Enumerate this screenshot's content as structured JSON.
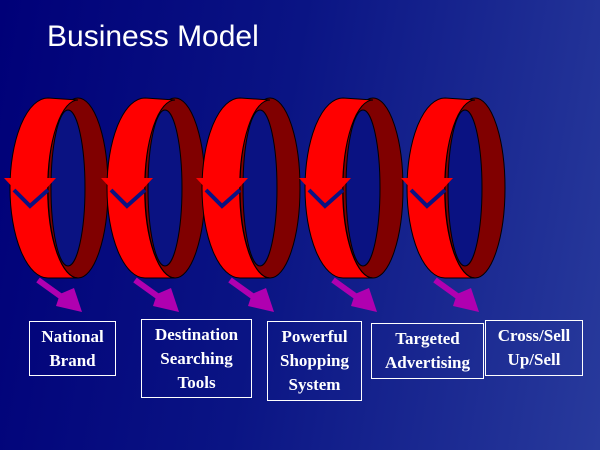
{
  "title": "Business Model",
  "colors": {
    "loop_front": "#ff0000",
    "loop_back": "#800000",
    "arrow": "#b000b0",
    "text": "#ffffff"
  },
  "steps": [
    {
      "lines": [
        "National",
        "Brand"
      ]
    },
    {
      "lines": [
        "Destination",
        "Searching",
        "Tools"
      ]
    },
    {
      "lines": [
        "Powerful",
        "Shopping",
        "System"
      ]
    },
    {
      "lines": [
        "Targeted",
        "Advertising"
      ]
    },
    {
      "lines": [
        "Cross/Sell",
        "Up/Sell"
      ]
    }
  ]
}
